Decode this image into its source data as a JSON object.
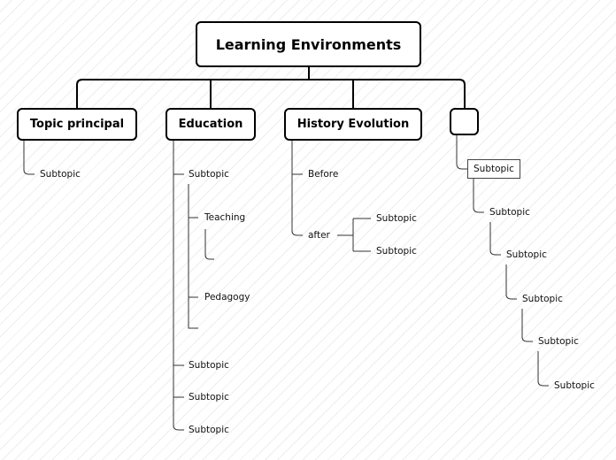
{
  "root": {
    "title": "Learning Environments"
  },
  "topics": {
    "topic1": {
      "title": "Topic principal",
      "sub": [
        "Subtopic"
      ]
    },
    "education": {
      "title": "Education",
      "first": "Subtopic",
      "children": [
        "Teaching",
        "Pedagogy"
      ],
      "rest": [
        "Subtopic",
        "Subtopic",
        "Subtopic"
      ]
    },
    "history": {
      "title": "History Evolution",
      "before": "Before",
      "after": "after",
      "after_children": [
        "Subtopic",
        "Subtopic"
      ]
    },
    "empty": {
      "title": "",
      "chain": [
        "Subtopic",
        "Subtopic",
        "Subtopic",
        "Subtopic",
        "Subtopic",
        "Subtopic"
      ]
    }
  }
}
